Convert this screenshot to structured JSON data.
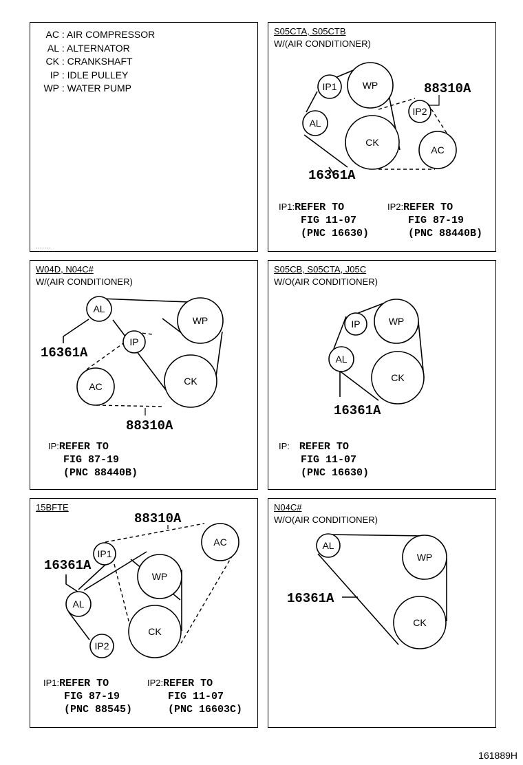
{
  "legend": [
    {
      "abbr": "AC",
      "name": "AIR COMPRESSOR"
    },
    {
      "abbr": "AL",
      "name": "ALTERNATOR"
    },
    {
      "abbr": "CK",
      "name": "CRANKSHAFT"
    },
    {
      "abbr": "IP",
      "name": "IDLE PULLEY"
    },
    {
      "abbr": "WP",
      "name": "WATER PUMP"
    }
  ],
  "panels": {
    "p1": {
      "engine": "S05CTA, S05CTB",
      "condition": "W/(AIR CONDITIONER)",
      "circles": {
        "ip1": "IP1",
        "wp": "WP",
        "ip2": "IP2",
        "al": "AL",
        "ck": "CK",
        "ac": "AC"
      },
      "parts": {
        "ac_belt": "88310A",
        "belt": "16361A"
      },
      "refs": [
        {
          "label": "IP1:",
          "l1": "REFER TO",
          "l2": "FIG 11-07",
          "l3": "(PNC 16630)"
        },
        {
          "label": "IP2:",
          "l1": "REFER TO",
          "l2": "FIG 87-19",
          "l3": "(PNC 88440B)"
        }
      ]
    },
    "p2": {
      "engine": "W04D, N04C#",
      "condition": "W/(AIR CONDITIONER)",
      "circles": {
        "al": "AL",
        "wp": "WP",
        "ip": "IP",
        "ac": "AC",
        "ck": "CK"
      },
      "parts": {
        "belt": "16361A",
        "ac_belt": "88310A"
      },
      "refs": [
        {
          "label": "IP:",
          "l1": "REFER TO",
          "l2": "FIG 87-19",
          "l3": "(PNC 88440B)"
        }
      ]
    },
    "p3": {
      "engine": "S05CB, S05CTA, J05C",
      "condition": "W/O(AIR CONDITIONER)",
      "circles": {
        "ip": "IP",
        "wp": "WP",
        "al": "AL",
        "ck": "CK"
      },
      "parts": {
        "belt": "16361A"
      },
      "refs": [
        {
          "label": "IP:",
          "l1": "REFER TO",
          "l2": "FIG 11-07",
          "l3": "(PNC 16630)"
        }
      ]
    },
    "p4": {
      "engine": "15BFTE",
      "circles": {
        "ip1": "IP1",
        "ac": "AC",
        "wp": "WP",
        "al": "AL",
        "ck": "CK",
        "ip2": "IP2"
      },
      "parts": {
        "ac_belt": "88310A",
        "belt": "16361A"
      },
      "refs": [
        {
          "label": "IP1:",
          "l1": "REFER TO",
          "l2": "FIG 87-19",
          "l3": "(PNC 88545)"
        },
        {
          "label": "IP2:",
          "l1": "REFER TO",
          "l2": "FIG 11-07",
          "l3": "(PNC 16603C)"
        }
      ]
    },
    "p5": {
      "engine": "N04C#",
      "condition": "W/O(AIR CONDITIONER)",
      "circles": {
        "al": "AL",
        "wp": "WP",
        "ck": "CK"
      },
      "parts": {
        "belt": "16361A"
      }
    }
  },
  "figure_id": "161889H"
}
